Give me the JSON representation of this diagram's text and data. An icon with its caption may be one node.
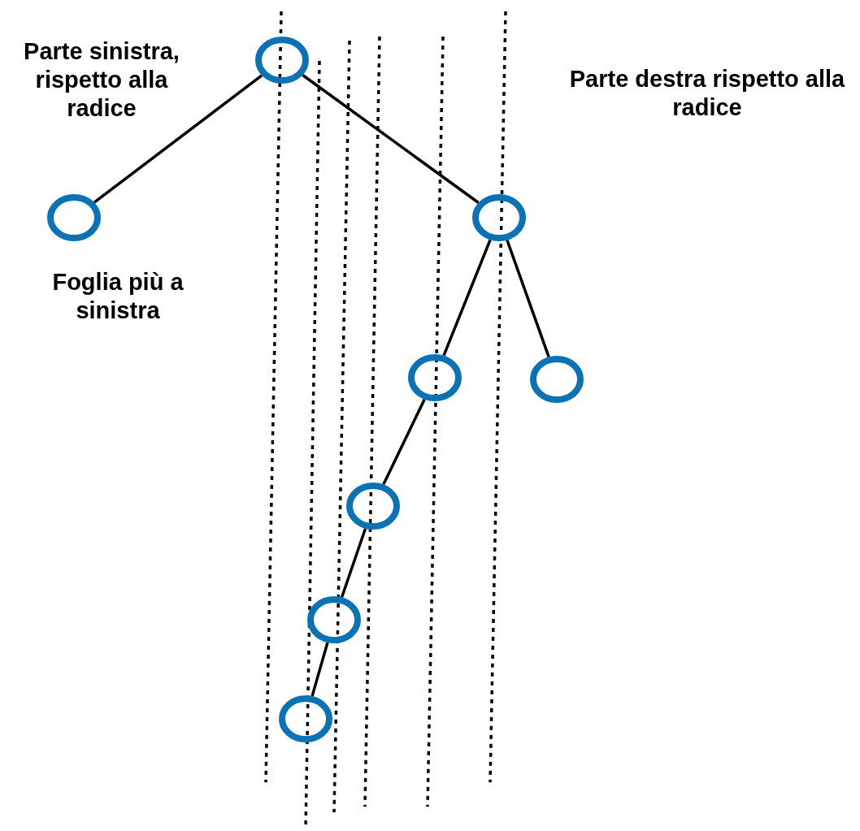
{
  "diagram": {
    "nodes": [
      {
        "text": [],
        "shape": "circle"
      },
      {
        "text": [],
        "shape": "circle"
      },
      {
        "text": [],
        "shape": "circle"
      },
      {
        "text": [],
        "shape": "circle"
      },
      {
        "text": [],
        "shape": "circle"
      },
      {
        "text": [],
        "shape": "circle"
      },
      {
        "text": [],
        "shape": "circle"
      },
      {
        "text": [],
        "shape": "circle"
      }
    ],
    "edges": [
      {
        "from": 0,
        "to": 1,
        "arrow": "none"
      },
      {
        "from": 0,
        "to": 2,
        "arrow": "none"
      },
      {
        "from": 2,
        "to": 3,
        "arrow": "none"
      },
      {
        "from": 2,
        "to": 4,
        "arrow": "none"
      },
      {
        "from": 3,
        "to": 5,
        "arrow": "none"
      },
      {
        "from": 5,
        "to": 6,
        "arrow": "none"
      },
      {
        "from": 6,
        "to": 7,
        "arrow": "none"
      }
    ],
    "labels": [
      "Parte sinistra, rispetto alla radice",
      "Parte destra rispetto alla radice",
      "Foglia più a sinistra"
    ]
  }
}
